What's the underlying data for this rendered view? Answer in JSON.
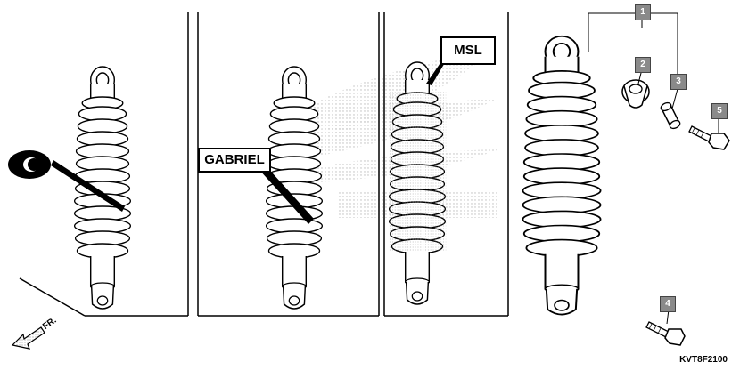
{
  "brand_labels": {
    "gabriel": "GABRIEL",
    "msl": "MSL"
  },
  "direction_label": "FR.",
  "diagram_code": "KVT8F2100",
  "callouts": [
    "1",
    "2",
    "3",
    "4",
    "5"
  ],
  "colors": {
    "line": "#000000",
    "callout_fill": "#8a8a8a",
    "watermark": "#d0d0d0"
  },
  "icons": [
    "shock-absorber-icon",
    "brand-logo-icon",
    "direction-arrow-icon",
    "bushing-icon",
    "collar-icon",
    "bolt-icon"
  ]
}
